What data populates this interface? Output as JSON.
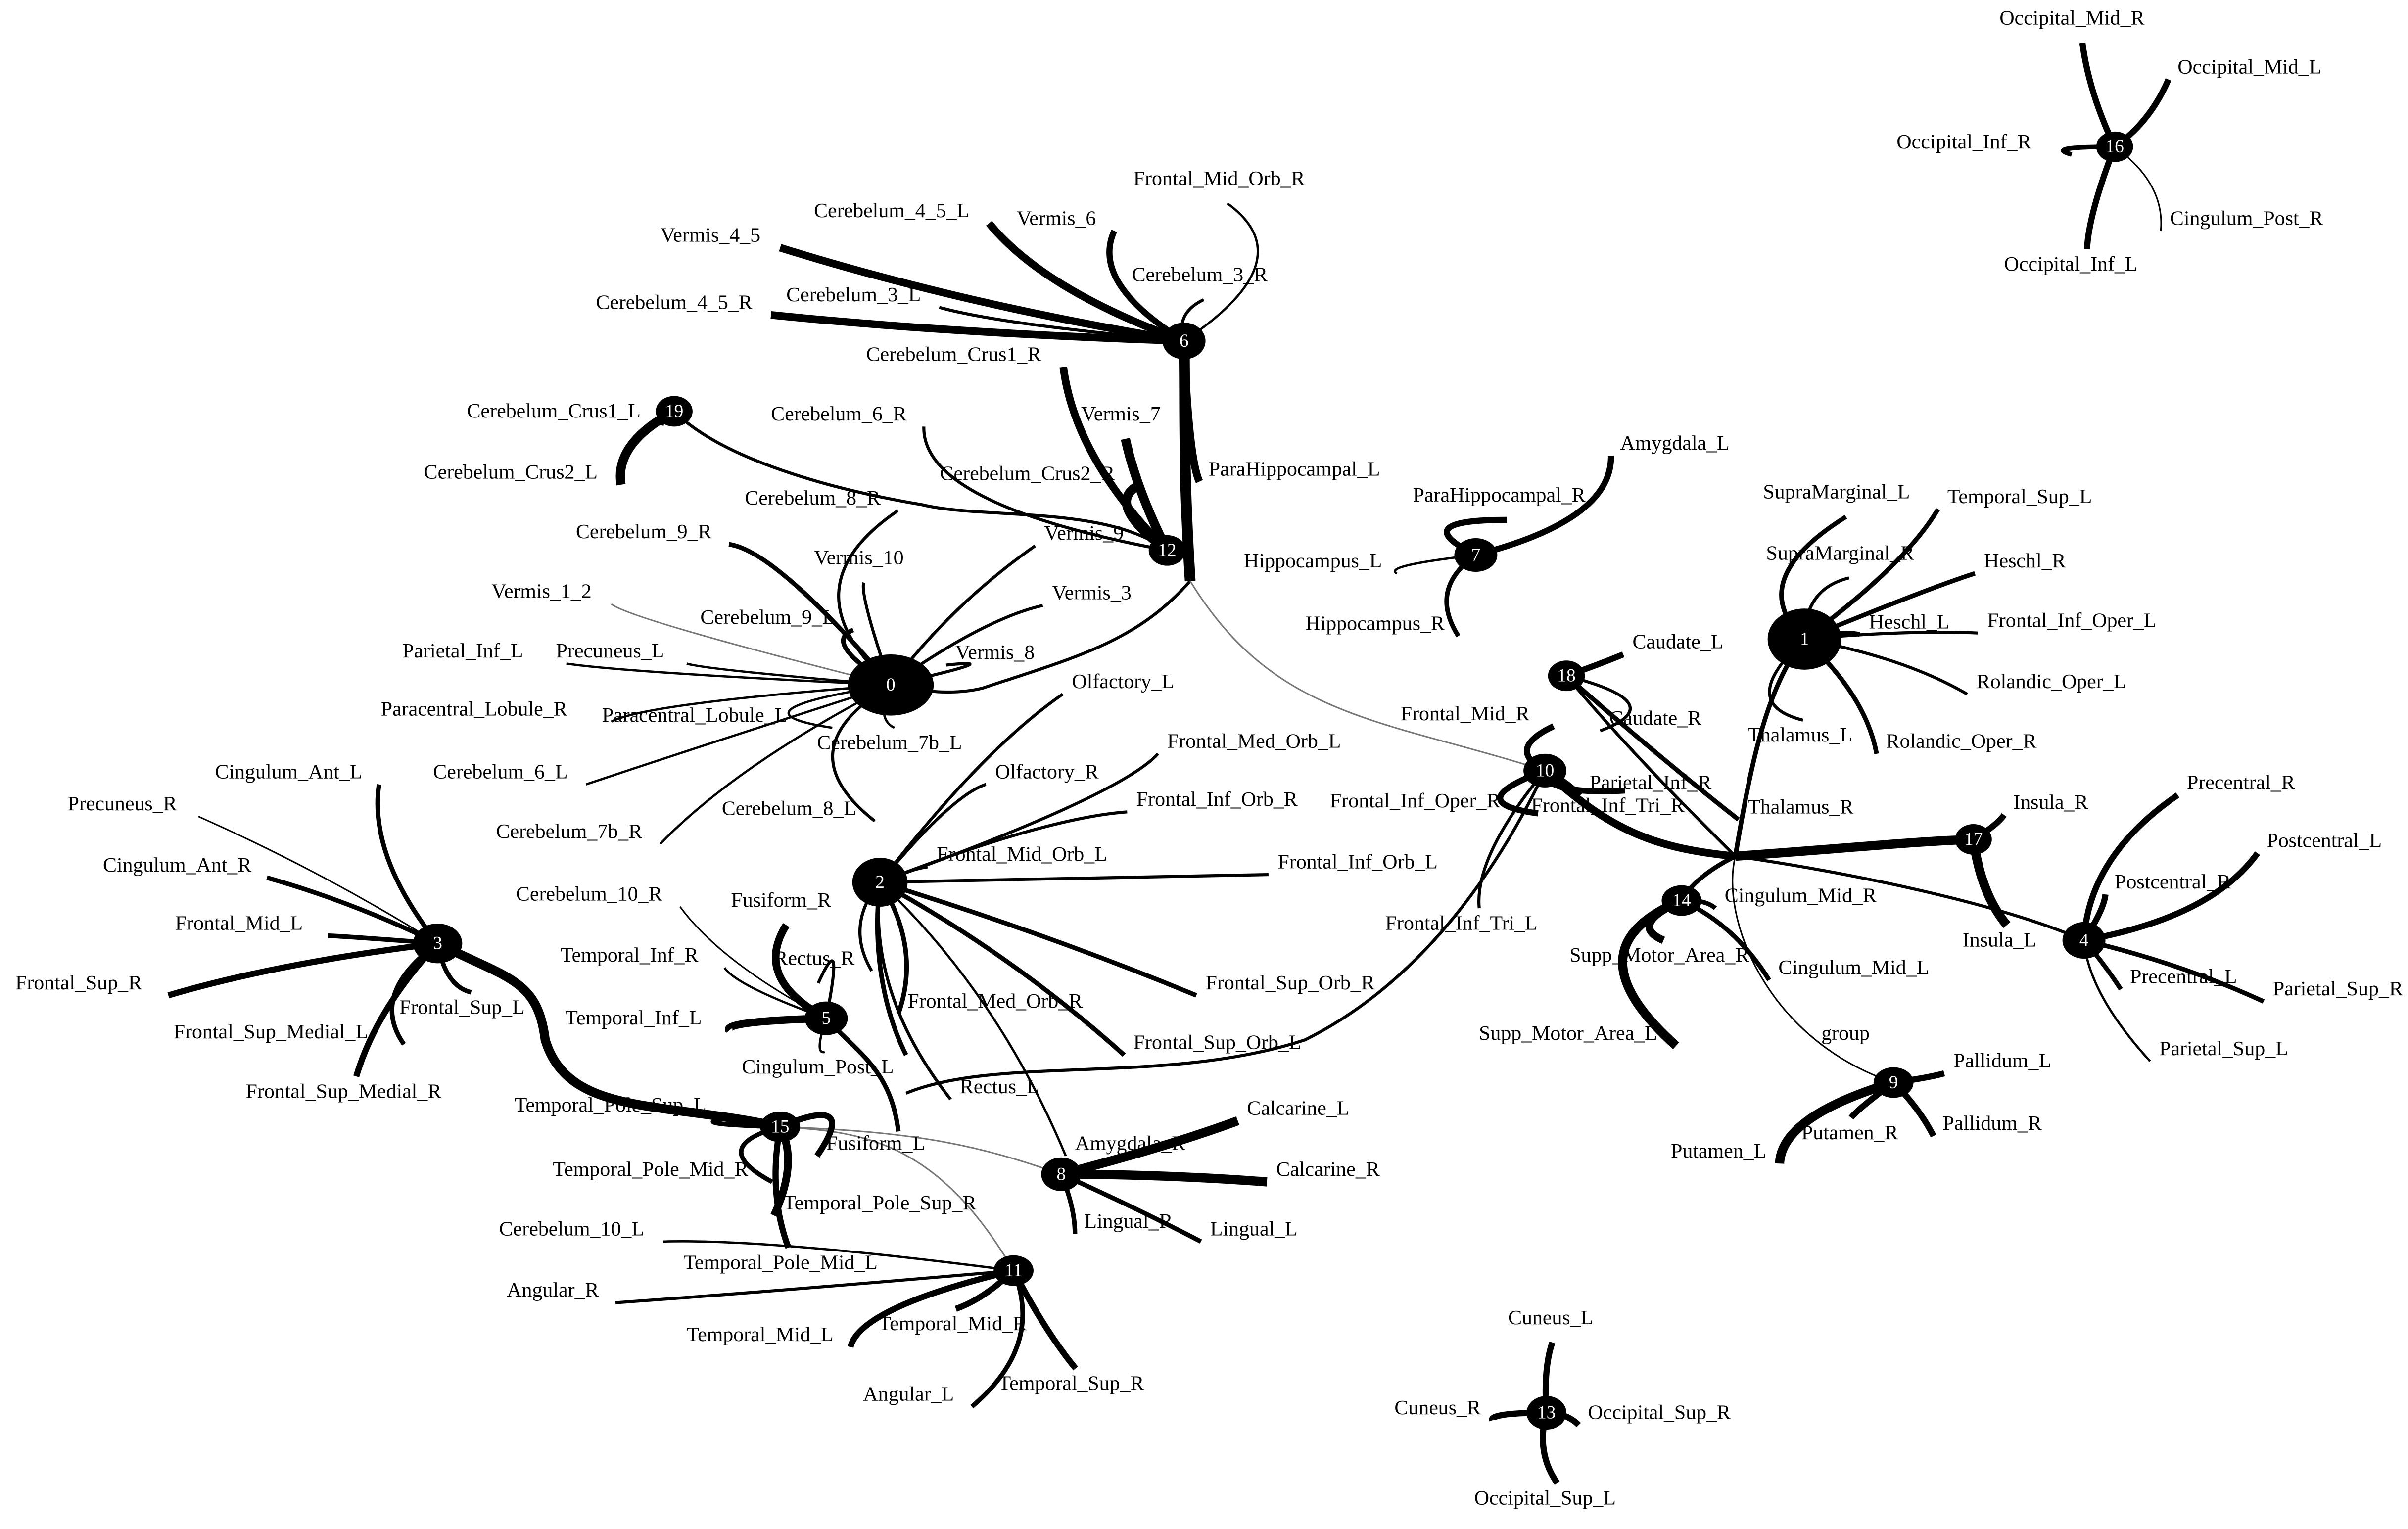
{
  "graph": {
    "group_label": "group",
    "modules": [
      {
        "id": "0",
        "regions": [
          "Vermis_1_2",
          "Cerebelum_9_R",
          "Cerebelum_8_R",
          "Vermis_10",
          "Vermis_9",
          "Vermis_3",
          "Vermis_8",
          "Cerebelum_9_L",
          "Parietal_Inf_L",
          "Precuneus_L",
          "Paracentral_Lobule_R",
          "Paracentral_Lobule_L",
          "Cerebelum_6_L",
          "Cerebelum_7b_L",
          "Cerebelum_7b_R",
          "Cerebelum_8_L"
        ]
      },
      {
        "id": "1",
        "regions": [
          "SupraMarginal_L",
          "SupraMarginal_R",
          "Temporal_Sup_L",
          "Heschl_R",
          "Heschl_L",
          "Frontal_Inf_Oper_L",
          "Rolandic_Oper_L",
          "Rolandic_Oper_R",
          "Thalamus_L"
        ]
      },
      {
        "id": "2",
        "regions": [
          "Olfactory_L",
          "Olfactory_R",
          "Frontal_Med_Orb_L",
          "Frontal_Inf_Orb_R",
          "Frontal_Mid_Orb_L",
          "Frontal_Inf_Orb_L",
          "Rectus_R",
          "Frontal_Med_Orb_R",
          "Frontal_Sup_Orb_R",
          "Frontal_Sup_Orb_L",
          "Amygdala_R",
          "Rectus_L"
        ]
      },
      {
        "id": "3",
        "regions": [
          "Cingulum_Ant_L",
          "Precuneus_R",
          "Cingulum_Ant_R",
          "Frontal_Mid_L",
          "Frontal_Sup_R",
          "Frontal_Sup_Medial_L",
          "Frontal_Sup_L",
          "Frontal_Sup_Medial_R"
        ]
      },
      {
        "id": "4",
        "regions": [
          "Precentral_R",
          "Postcentral_L",
          "Postcentral_R",
          "Precentral_L",
          "Parietal_Sup_R",
          "Parietal_Sup_L"
        ]
      },
      {
        "id": "5",
        "regions": [
          "Cerebelum_10_R",
          "Fusiform_R",
          "Temporal_Inf_R",
          "Rectus_R",
          "Temporal_Inf_L",
          "Cingulum_Post_L"
        ]
      },
      {
        "id": "6",
        "regions": [
          "Frontal_Mid_Orb_R",
          "Cerebelum_4_5_L",
          "Vermis_6",
          "Vermis_4_5",
          "Cerebelum_3_R",
          "Cerebelum_3_L",
          "Cerebelum_4_5_R",
          "ParaHippocampal_L"
        ]
      },
      {
        "id": "7",
        "regions": [
          "Amygdala_L",
          "ParaHippocampal_R",
          "Hippocampus_L",
          "Hippocampus_R"
        ]
      },
      {
        "id": "8",
        "regions": [
          "Calcarine_L",
          "Calcarine_R",
          "Lingual_R",
          "Lingual_L"
        ]
      },
      {
        "id": "9",
        "regions": [
          "Pallidum_L",
          "Pallidum_R",
          "Putamen_R",
          "Putamen_L"
        ]
      },
      {
        "id": "10",
        "regions": [
          "Frontal_Mid_R",
          "Parietal_Inf_R",
          "Frontal_Inf_Oper_R",
          "Frontal_Inf_Tri_R",
          "Frontal_Inf_Tri_L"
        ]
      },
      {
        "id": "11",
        "regions": [
          "Cerebelum_10_L",
          "Angular_R",
          "Temporal_Mid_L",
          "Temporal_Mid_R",
          "Angular_L",
          "Temporal_Sup_R"
        ]
      },
      {
        "id": "12",
        "regions": [
          "Cerebelum_Crus1_R",
          "Vermis_7",
          "Cerebelum_6_R",
          "Cerebelum_Crus2_R"
        ]
      },
      {
        "id": "13",
        "regions": [
          "Cuneus_L",
          "Cuneus_R",
          "Occipital_Sup_R",
          "Occipital_Sup_L"
        ]
      },
      {
        "id": "14",
        "regions": [
          "Cingulum_Mid_R",
          "Supp_Motor_Area_R",
          "Cingulum_Mid_L",
          "Supp_Motor_Area_L"
        ]
      },
      {
        "id": "15",
        "regions": [
          "Temporal_Pole_Sup_L",
          "Temporal_Pole_Mid_R",
          "Temporal_Pole_Sup_R",
          "Temporal_Pole_Mid_L",
          "Fusiform_L"
        ]
      },
      {
        "id": "16",
        "regions": [
          "Occipital_Mid_R",
          "Occipital_Mid_L",
          "Occipital_Inf_R",
          "Cingulum_Post_R",
          "Occipital_Inf_L"
        ]
      },
      {
        "id": "17",
        "regions": [
          "Insula_R",
          "Insula_L"
        ]
      },
      {
        "id": "18",
        "regions": [
          "Caudate_L",
          "Caudate_R",
          "Thalamus_R"
        ]
      },
      {
        "id": "19",
        "regions": [
          "Cerebelum_Crus1_L",
          "Cerebelum_Crus2_L"
        ]
      }
    ]
  }
}
